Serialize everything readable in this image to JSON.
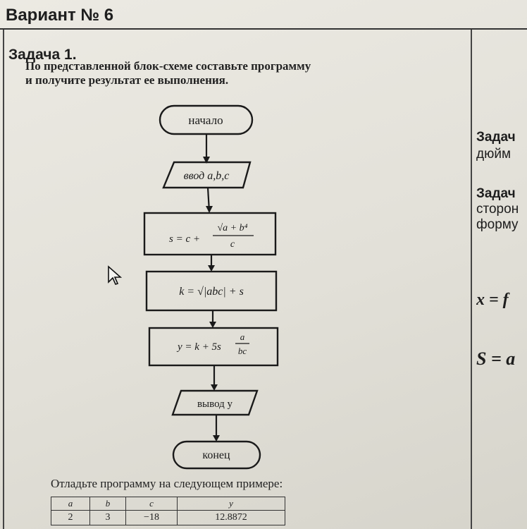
{
  "header": {
    "title": "Вариант № 6"
  },
  "task": {
    "title": "Задача 1.",
    "text_line1": "По представленной блок-схеме составьте программу",
    "text_line2": "и получите результат ее выполнения."
  },
  "flowchart": {
    "start": "начало",
    "input": "ввод a,b,c",
    "s_lhs": "s = c +",
    "s_num": "√a + b⁴",
    "s_den": "c",
    "k_formula": "k = √|abc| + s",
    "y_lhs": "y = k + 5s",
    "y_num": "a",
    "y_den": "bc",
    "output": "вывод y",
    "end": "конец"
  },
  "right_column": {
    "line1": "Задач",
    "line2": "дюйм",
    "line3": "Задач",
    "line4": "сторон",
    "line5": "форму",
    "formula1": "x = f",
    "formula2": "S = a"
  },
  "example": {
    "label": "Отладьте программу на следующем примере:",
    "headers": [
      "a",
      "b",
      "c",
      "y"
    ],
    "row": [
      "2",
      "3",
      "−18",
      "12.8872"
    ]
  }
}
